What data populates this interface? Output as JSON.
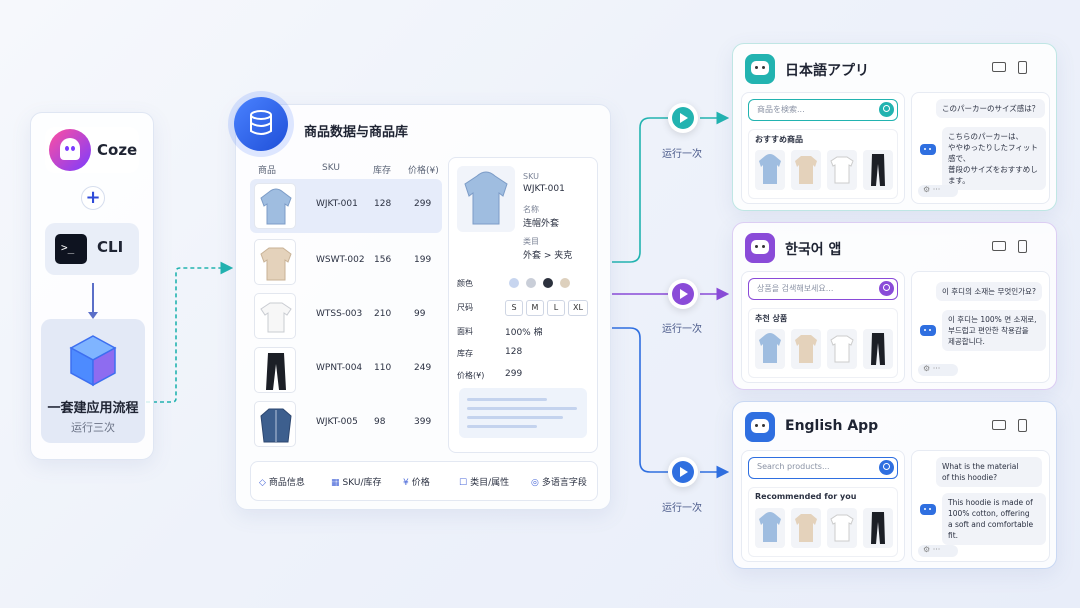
{
  "left_panel": {
    "coze_label": "Coze",
    "plus_symbol": "+",
    "cli_label": "CLI",
    "cli_prompt": ">_",
    "flow_title": "一套建应用流程",
    "flow_subtitle": "运行三次"
  },
  "catalog": {
    "title": "商品数据与商品库",
    "columns": [
      "商品",
      "SKU",
      "库存",
      "价格(¥)"
    ],
    "rows": [
      {
        "sku": "WJKT-001",
        "stock": "128",
        "price": "299",
        "item": "hoodie"
      },
      {
        "sku": "WSWT-002",
        "stock": "156",
        "price": "199",
        "item": "sweater"
      },
      {
        "sku": "WTSS-003",
        "stock": "210",
        "price": "99",
        "item": "tshirt"
      },
      {
        "sku": "WPNT-004",
        "stock": "110",
        "price": "249",
        "item": "pants"
      },
      {
        "sku": "WJKT-005",
        "stock": "98",
        "price": "399",
        "item": "jacket"
      }
    ],
    "detail": {
      "sku_label": "SKU",
      "sku_value": "WJKT-001",
      "name_label": "名称",
      "name_value": "连帽外套",
      "category_label": "类目",
      "category_value": "外套 > 夹克",
      "color_label": "颜色",
      "size_label": "尺码",
      "sizes": [
        "S",
        "M",
        "L",
        "XL"
      ],
      "fabric_label": "面料",
      "fabric_value": "100% 棉",
      "stock_label": "库存",
      "stock_value": "128",
      "price_label": "价格(¥)",
      "price_value": "299",
      "colors": [
        "#c7d5ef",
        "#c9ced8",
        "#2c313d",
        "#ddd0bd"
      ]
    },
    "bottom_tabs": [
      {
        "label": "商品信息",
        "icon": "tag-icon"
      },
      {
        "label": "SKU/库存",
        "icon": "grid-icon"
      },
      {
        "label": "价格",
        "icon": "yen-icon"
      },
      {
        "label": "类目/属性",
        "icon": "shirt-icon"
      },
      {
        "label": "多语言字段",
        "icon": "globe-icon"
      }
    ]
  },
  "runs": [
    {
      "label": "运行一次",
      "color": "#22b3b0"
    },
    {
      "label": "运行一次",
      "color": "#8a4bd8"
    },
    {
      "label": "运行一次",
      "color": "#2f6fe0"
    }
  ],
  "apps": [
    {
      "title": "日本語アプリ",
      "accent": "#22b3b0",
      "search_placeholder": "商品を検索...",
      "recommend_title": "おすすめ商品",
      "question": "このパーカーのサイズ感は？",
      "answer_lines": [
        "こちらのパーカーは、",
        "ややゆったりしたフィット感で、",
        "普段のサイズをおすすめします。"
      ]
    },
    {
      "title": "한국어 앱",
      "accent": "#8a4bd8",
      "search_placeholder": "상품을 검색해보세요...",
      "recommend_title": "추천 상품",
      "question": "이 후디의 소재는 무엇인가요?",
      "answer_lines": [
        "이 후디는 100% 면 소재로,",
        "부드럽고 편안한 착용감을",
        "제공합니다."
      ]
    },
    {
      "title": "English App",
      "accent": "#2f6fe0",
      "search_placeholder": "Search products...",
      "recommend_title": "Recommended for you",
      "question_lines": [
        "What is the material",
        "of this hoodie?"
      ],
      "answer_lines": [
        "This hoodie is made of",
        "100% cotton, offering",
        "a soft and comfortable fit."
      ]
    }
  ]
}
